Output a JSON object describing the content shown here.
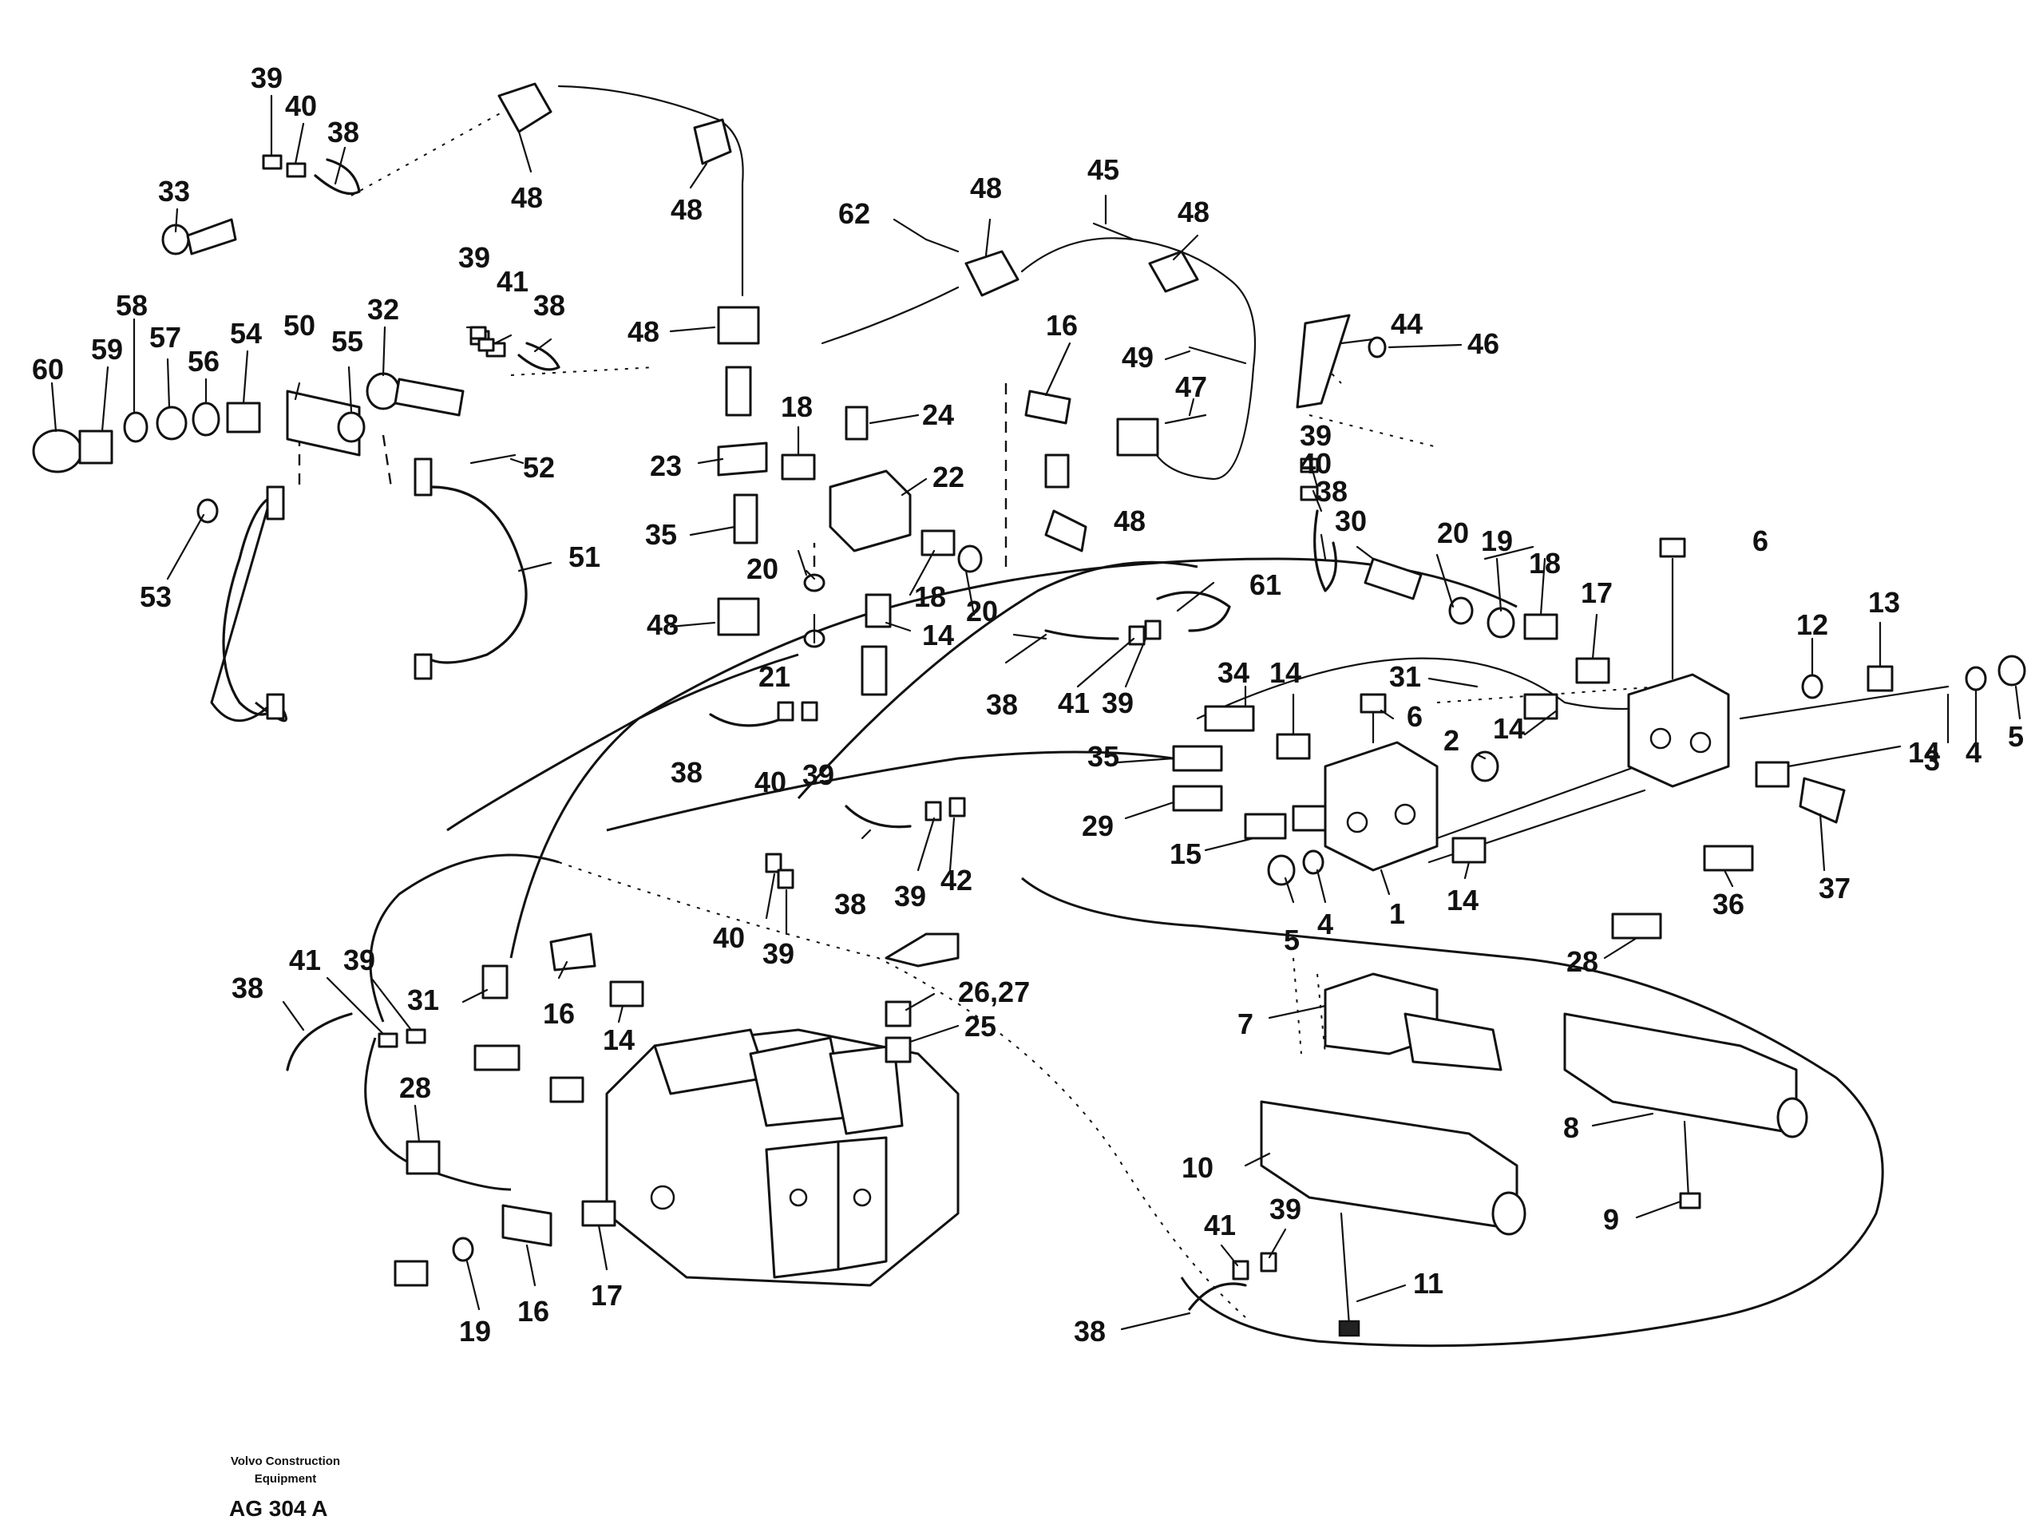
{
  "diagram": {
    "footer": {
      "company_line1": "Volvo Construction",
      "company_line2": "Equipment",
      "drawing_code": "AG 304 A"
    },
    "callouts": [
      {
        "id": "c1",
        "text": "39"
      },
      {
        "id": "c2",
        "text": "40"
      },
      {
        "id": "c3",
        "text": "38"
      },
      {
        "id": "c4",
        "text": "33"
      },
      {
        "id": "c5",
        "text": "48"
      },
      {
        "id": "c6",
        "text": "48"
      },
      {
        "id": "c7",
        "text": "62"
      },
      {
        "id": "c8",
        "text": "48"
      },
      {
        "id": "c9",
        "text": "45"
      },
      {
        "id": "c10",
        "text": "48"
      },
      {
        "id": "c11",
        "text": "39"
      },
      {
        "id": "c12",
        "text": "41"
      },
      {
        "id": "c13",
        "text": "38"
      },
      {
        "id": "c14",
        "text": "58"
      },
      {
        "id": "c15",
        "text": "57"
      },
      {
        "id": "c16",
        "text": "59"
      },
      {
        "id": "c17",
        "text": "56"
      },
      {
        "id": "c18",
        "text": "54"
      },
      {
        "id": "c19",
        "text": "50"
      },
      {
        "id": "c20",
        "text": "32"
      },
      {
        "id": "c21",
        "text": "60"
      },
      {
        "id": "c22",
        "text": "55"
      },
      {
        "id": "c23",
        "text": "48"
      },
      {
        "id": "c24",
        "text": "16"
      },
      {
        "id": "c25",
        "text": "44"
      },
      {
        "id": "c26",
        "text": "46"
      },
      {
        "id": "c27",
        "text": "49"
      },
      {
        "id": "c28",
        "text": "47"
      },
      {
        "id": "c29",
        "text": "18"
      },
      {
        "id": "c30",
        "text": "24"
      },
      {
        "id": "c31",
        "text": "23"
      },
      {
        "id": "c32",
        "text": "22"
      },
      {
        "id": "c33",
        "text": "52"
      },
      {
        "id": "c34",
        "text": "39"
      },
      {
        "id": "c35",
        "text": "40"
      },
      {
        "id": "c36",
        "text": "38"
      },
      {
        "id": "c37",
        "text": "48"
      },
      {
        "id": "c38",
        "text": "35"
      },
      {
        "id": "c39",
        "text": "30"
      },
      {
        "id": "c40",
        "text": "20"
      },
      {
        "id": "c41",
        "text": "19"
      },
      {
        "id": "c42",
        "text": "18"
      },
      {
        "id": "c43",
        "text": "6"
      },
      {
        "id": "c44",
        "text": "51"
      },
      {
        "id": "c45",
        "text": "53"
      },
      {
        "id": "c46",
        "text": "20"
      },
      {
        "id": "c47",
        "text": "18"
      },
      {
        "id": "c48",
        "text": "20"
      },
      {
        "id": "c49",
        "text": "61"
      },
      {
        "id": "c50",
        "text": "17"
      },
      {
        "id": "c51",
        "text": "13"
      },
      {
        "id": "c52",
        "text": "48"
      },
      {
        "id": "c53",
        "text": "14"
      },
      {
        "id": "c54",
        "text": "12"
      },
      {
        "id": "c55",
        "text": "21"
      },
      {
        "id": "c56",
        "text": "34"
      },
      {
        "id": "c57",
        "text": "14"
      },
      {
        "id": "c58",
        "text": "31"
      },
      {
        "id": "c59",
        "text": "38"
      },
      {
        "id": "c60",
        "text": "41"
      },
      {
        "id": "c61",
        "text": "39"
      },
      {
        "id": "c62",
        "text": "6"
      },
      {
        "id": "c63",
        "text": "2"
      },
      {
        "id": "c64",
        "text": "14"
      },
      {
        "id": "c65",
        "text": "3"
      },
      {
        "id": "c66",
        "text": "4"
      },
      {
        "id": "c67",
        "text": "5"
      },
      {
        "id": "c68",
        "text": "38"
      },
      {
        "id": "c69",
        "text": "35"
      },
      {
        "id": "c70",
        "text": "40"
      },
      {
        "id": "c71",
        "text": "39"
      },
      {
        "id": "c72",
        "text": "14"
      },
      {
        "id": "c73",
        "text": "29"
      },
      {
        "id": "c74",
        "text": "15"
      },
      {
        "id": "c75",
        "text": "42"
      },
      {
        "id": "c76",
        "text": "38"
      },
      {
        "id": "c77",
        "text": "39"
      },
      {
        "id": "c78",
        "text": "14"
      },
      {
        "id": "c79",
        "text": "36"
      },
      {
        "id": "c80",
        "text": "37"
      },
      {
        "id": "c81",
        "text": "1"
      },
      {
        "id": "c82",
        "text": "5"
      },
      {
        "id": "c83",
        "text": "4"
      },
      {
        "id": "c84",
        "text": "40"
      },
      {
        "id": "c85",
        "text": "39"
      },
      {
        "id": "c86",
        "text": "28"
      },
      {
        "id": "c87",
        "text": "26,27"
      },
      {
        "id": "c88",
        "text": "38"
      },
      {
        "id": "c89",
        "text": "41"
      },
      {
        "id": "c90",
        "text": "39"
      },
      {
        "id": "c91",
        "text": "31"
      },
      {
        "id": "c92",
        "text": "16"
      },
      {
        "id": "c93",
        "text": "25"
      },
      {
        "id": "c94",
        "text": "7"
      },
      {
        "id": "c95",
        "text": "14"
      },
      {
        "id": "c96",
        "text": "28"
      },
      {
        "id": "c97",
        "text": "8"
      },
      {
        "id": "c98",
        "text": "10"
      },
      {
        "id": "c99",
        "text": "9"
      },
      {
        "id": "c100",
        "text": "41"
      },
      {
        "id": "c101",
        "text": "39"
      },
      {
        "id": "c102",
        "text": "11"
      },
      {
        "id": "c103",
        "text": "17"
      },
      {
        "id": "c104",
        "text": "38"
      },
      {
        "id": "c105",
        "text": "19"
      },
      {
        "id": "c106",
        "text": "16"
      }
    ]
  }
}
